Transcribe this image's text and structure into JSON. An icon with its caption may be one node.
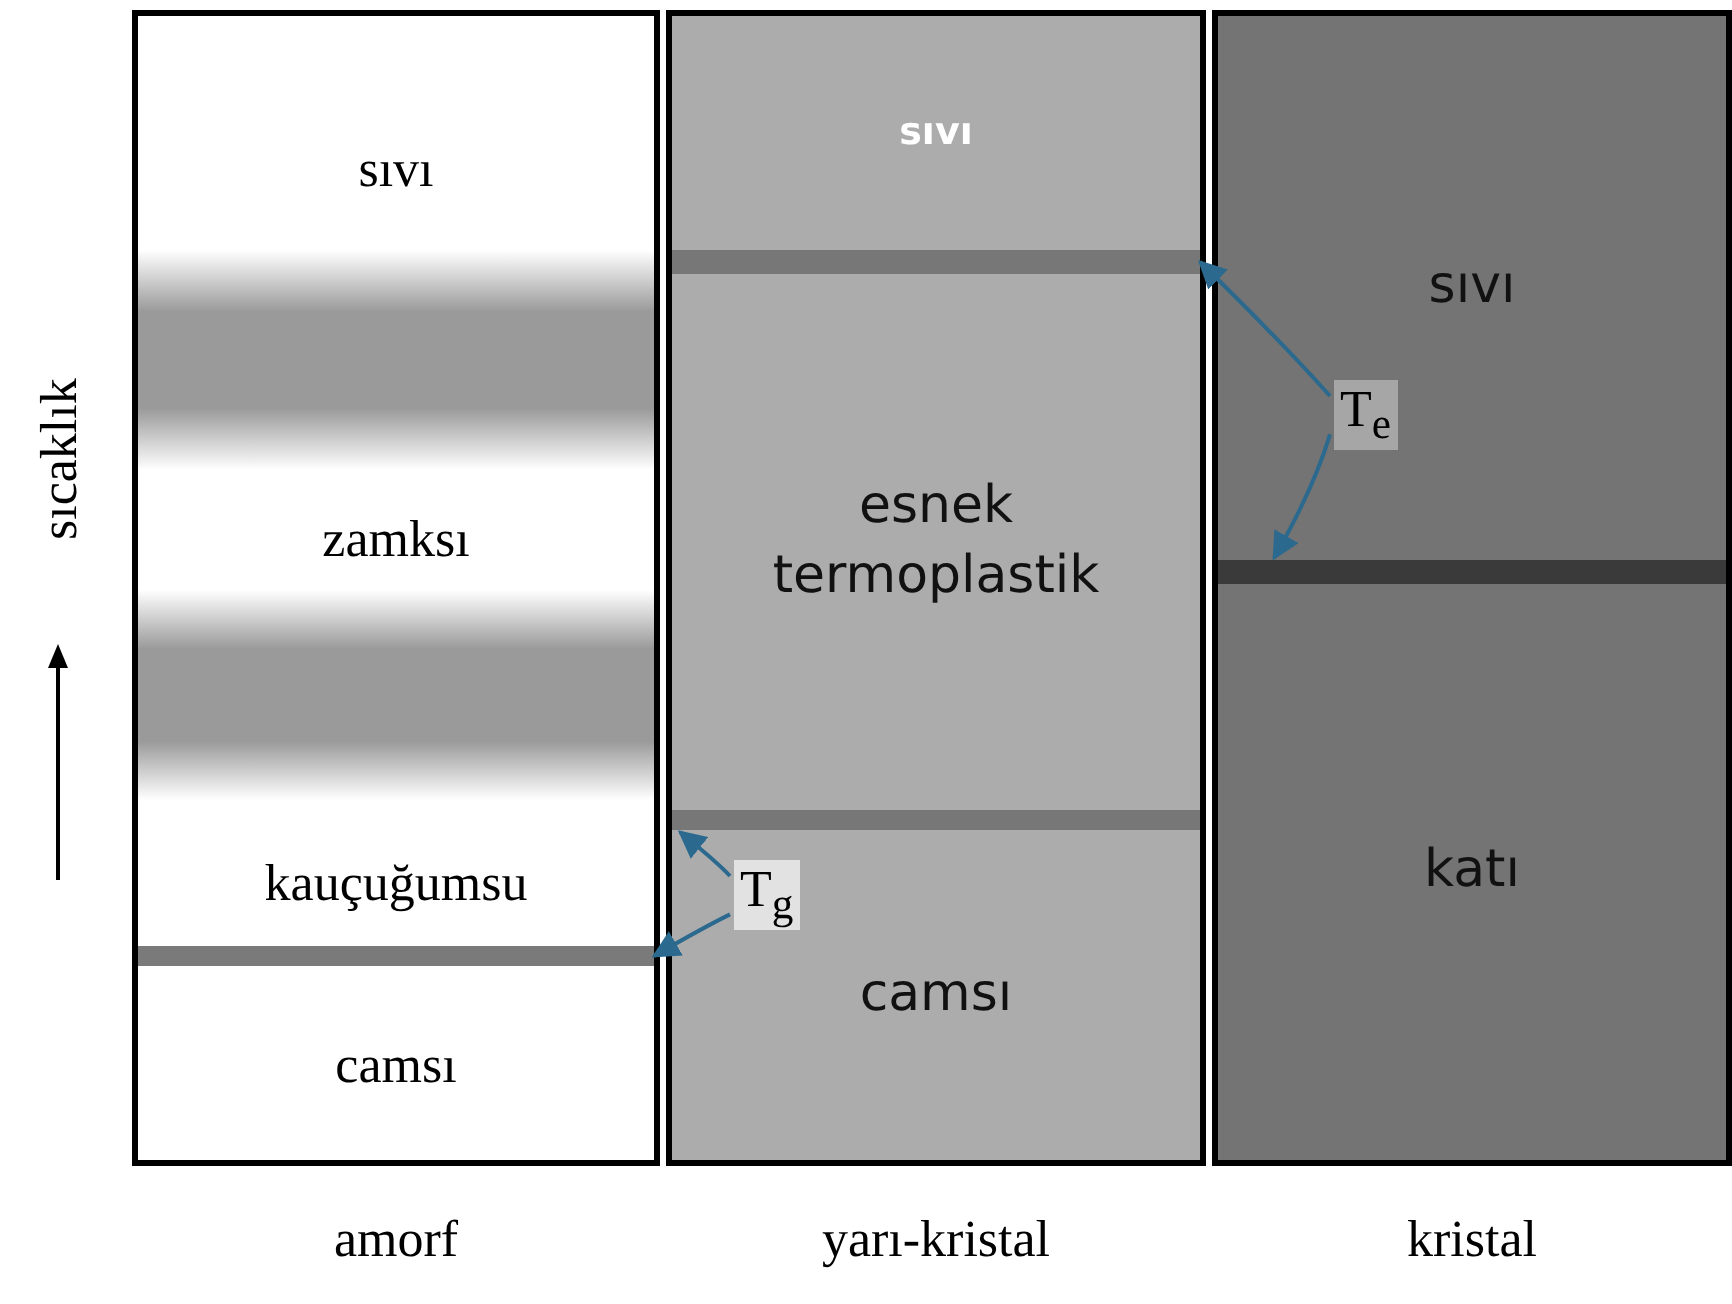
{
  "diagram": {
    "nodes": [
      {
        "text": [
          "amorf"
        ]
      },
      {
        "text": [
          "sıvı"
        ],
        "in": 0
      },
      {
        "text": [],
        "shape": "bar",
        "in": 0
      },
      {
        "text": [
          "zamksı"
        ],
        "in": 0
      },
      {
        "text": [],
        "shape": "bar",
        "in": 0
      },
      {
        "text": [
          "kauçuğumsu"
        ],
        "in": 0
      },
      {
        "text": [],
        "shape": "bar",
        "in": 0
      },
      {
        "text": [
          "camsı"
        ],
        "in": 0
      },
      {
        "text": [
          "yarı-kristal"
        ]
      },
      {
        "text": [
          "sıvı"
        ],
        "in": 8
      },
      {
        "text": [],
        "shape": "bar",
        "in": 8
      },
      {
        "text": [
          "esnek termoplastik"
        ],
        "in": 8
      },
      {
        "text": [],
        "shape": "bar",
        "in": 8
      },
      {
        "text": [
          "camsı"
        ],
        "in": 8
      },
      {
        "text": [
          "T$_{g}$"
        ],
        "in": 8
      },
      {
        "text": [
          "kristal"
        ]
      },
      {
        "text": [
          "sıvı"
        ],
        "in": 15
      },
      {
        "text": [],
        "shape": "bar",
        "in": 15
      },
      {
        "text": [
          "katı"
        ],
        "in": 15
      },
      {
        "text": [
          "T$_{e}$"
        ],
        "in": 15
      }
    ],
    "edges": [
      {
        "from": 14,
        "to": 12,
        "arrow": "to"
      },
      {
        "from": 14,
        "to": 6,
        "arrow": "to"
      },
      {
        "from": 19,
        "to": 10,
        "arrow": "to"
      },
      {
        "from": 19,
        "to": 17,
        "arrow": "to"
      }
    ],
    "labels": [
      "sıcaklık"
    ]
  }
}
